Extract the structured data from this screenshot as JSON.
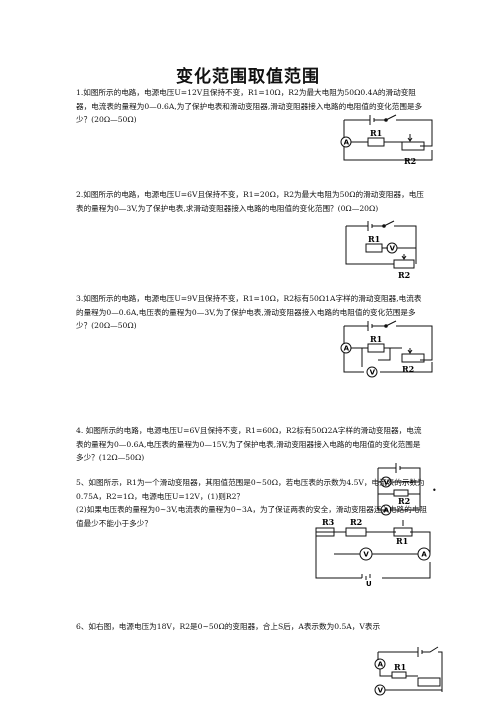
{
  "doc": {
    "title": "变化范围取值范围",
    "q1": "1.如图所示的电路，电源电压U=12V且保持不变，R1=10Ω，R2为最大电阻为50Ω0.4A的滑动变阻器，电流表的量程为0—0.6A,为了保护电表和滑动变阻器,滑动变阻器接入电路的电阻值的变化范围是多少？(20Ω—50Ω)",
    "q2": "2.如图所示的电路，电源电压U=6V且保持不变，R1=20Ω，R2为最大电阻为50Ω的滑动变阻器，电压表的量程为0—3V,为了保护电表,求滑动变阻器接入电路的电阻值的变化范围？(0Ω—20Ω)",
    "q3": "3.如图所示的电路，电源电压U=9V且保持不变，R1=10Ω，R2标有50Ω1A字样的滑动变阻器,电流表的量程为0—0.6A,电压表的量程为0—3V,为了保护电表,滑动变阻器接入电路的电阻值的变化范围是多少？(20Ω—50Ω)",
    "q4": "4. 如图所示的电路，电源电压U=6V且保持不变，R1=60Ω，R2标有50Ω2A字样的滑动变阻器，电流表的量程为0—0.6A,电压表的量程为0—15V,为了保护电表,滑动变阻器接入电路的电阻值的变化范围是多少？(12Ω—50Ω)",
    "q5a": "5、如图所示，R1为一个滑动变阻器，其阻值范围是0~50Ω，若电压表的示数为4.5V，电流表的示数为0.75A，R2=1Ω，电源电压U=12V，(1)则R2？",
    "q5b": "(2)如果电压表的量程为0~3V,电流表的量程为0~3A，为了保证两表的安全，滑动变阻器连入电路的电阻值最少不能小于多少？",
    "q6": "6、如右图，电源电压为18V，R2是0~50Ω的变阻器，合上S后，A表示数为0.5A，V表示",
    "marker": "•"
  },
  "circuits": {
    "ammeter": "A",
    "voltmeter": "V",
    "r1": "R1",
    "r2": "R2",
    "r3": "R3",
    "u": "U"
  }
}
